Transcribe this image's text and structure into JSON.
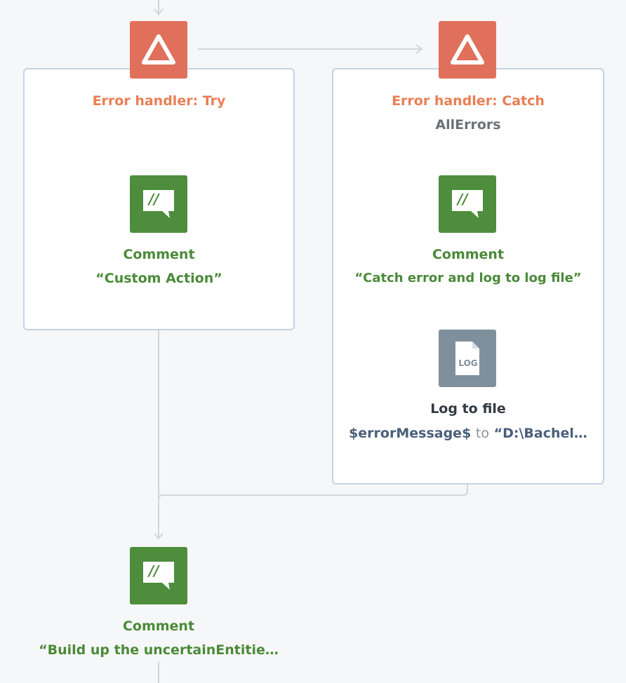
{
  "try_block": {
    "handler_title": "Error handler: Try",
    "comment_title": "Comment",
    "comment_text": "“Custom Action”"
  },
  "catch_block": {
    "handler_title": "Error handler: Catch",
    "handler_subtitle": "AllErrors",
    "comment_title": "Comment",
    "comment_text": "“Catch error and log to log file”",
    "log_title": "Log to file",
    "log_variable": "$errorMessage$",
    "log_to": "to",
    "log_path": "“D:\\Bachel…"
  },
  "bottom_comment": {
    "title": "Comment",
    "text": "“Build up the uncertainEntitie…"
  },
  "icons": {
    "handler": "warning-triangle-icon",
    "comment": "comment-bubble-icon",
    "log": "log-file-icon",
    "comment_glyph": "//",
    "log_glyph": "LOG"
  },
  "colors": {
    "background": "#f6f7f8",
    "panel_border": "#c5d3e3",
    "error_tile": "#e0705b",
    "comment_tile": "#4d8d3c",
    "log_tile": "#7f909c",
    "error_text": "#e97f54",
    "comment_text": "#4a8a38",
    "connector": "#d3d6d9"
  }
}
